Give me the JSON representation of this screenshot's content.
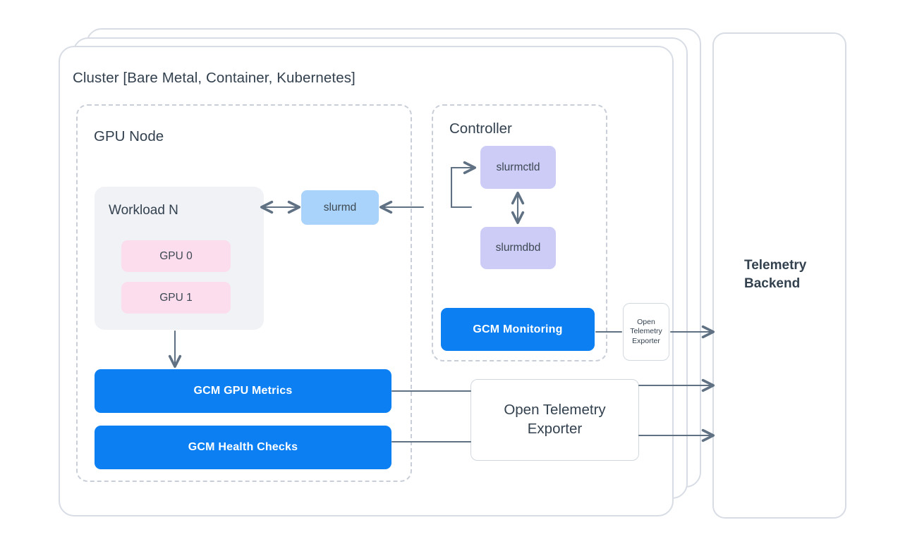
{
  "diagram": {
    "title": "Cluster [Bare Metal, Container, Kubernetes]",
    "stacked_card_count": 3
  },
  "groups": {
    "gpu_node": {
      "label": "GPU Node",
      "border_style": "dashed"
    },
    "controller": {
      "label": "Controller",
      "border_style": "dashed"
    }
  },
  "workload": {
    "label": "Workload N",
    "gpus": [
      {
        "label": "GPU 0"
      },
      {
        "label": "GPU 1"
      }
    ]
  },
  "nodes": {
    "slurmd": "slurmd",
    "slurmctld": "slurmctld",
    "slurmdbd": "slurmdbd",
    "gcm_gpu_metrics": "GCM GPU Metrics",
    "gcm_health_checks": "GCM Health Checks",
    "gcm_monitoring": "GCM Monitoring",
    "exporter_small": "Open\nTelemetry\nExporter",
    "exporter_small_lines": [
      "Open",
      "Telemetry",
      "Exporter"
    ],
    "exporter_large": "Open Telemetry Exporter",
    "exporter_large_lines": [
      "Open Telemetry",
      "Exporter"
    ],
    "telemetry_backend": "Telemetry Backend",
    "telemetry_backend_lines": [
      "Telemetry",
      "Backend"
    ]
  },
  "colors": {
    "primary_blue": "#0c7ff2",
    "slurmd_blue": "#a9d3fa",
    "slurm_purple": "#ccccf7",
    "gpu_pink": "#fbddee",
    "workload_gray": "#f1f2f6",
    "border_gray": "#d8dde5",
    "dashed_gray": "#c9ced8",
    "text_dark": "#33414f",
    "arrow_gray": "#5f7183"
  },
  "connections": [
    {
      "from": "Workload N",
      "to": "slurmd",
      "direction": "bidirectional"
    },
    {
      "from": "slurmctld",
      "to": "slurmd",
      "direction": "unidirectional"
    },
    {
      "from": "slurmd",
      "to": "slurmctld",
      "direction": "unidirectional"
    },
    {
      "from": "slurmctld",
      "to": "slurmdbd",
      "direction": "bidirectional"
    },
    {
      "from": "Workload N",
      "to": "GCM GPU Metrics",
      "direction": "unidirectional"
    },
    {
      "from": "GCM Monitoring",
      "to": "Open Telemetry Exporter (small)",
      "direction": "unidirectional"
    },
    {
      "from": "Open Telemetry Exporter (small)",
      "to": "Telemetry Backend",
      "direction": "unidirectional"
    },
    {
      "from": "GCM GPU Metrics",
      "to": "Open Telemetry Exporter",
      "direction": "unidirectional"
    },
    {
      "from": "GCM Health Checks",
      "to": "Open Telemetry Exporter",
      "direction": "unidirectional"
    },
    {
      "from": "Open Telemetry Exporter",
      "to": "Telemetry Backend",
      "direction": "unidirectional"
    }
  ]
}
